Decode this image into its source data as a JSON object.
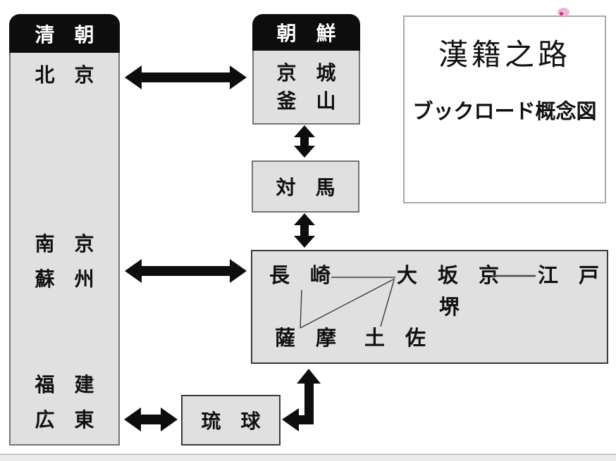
{
  "legend": {
    "title": "漢籍之路",
    "subtitle": "ブックロード概念図"
  },
  "qing": {
    "header": "清　朝",
    "beijing": "北　京",
    "nanjing": "南　京",
    "suzhou": "蘇　州",
    "fujian": "福　建",
    "guangdong": "広　東"
  },
  "korea": {
    "header": "朝　鮮",
    "keijo": "京　城",
    "busan": "釜　山"
  },
  "tsushima": {
    "label": "対　馬"
  },
  "ryukyu": {
    "label": "琉　球"
  },
  "japan": {
    "nagasaki": "長　崎",
    "osaka_kyoto": "大　坂　京",
    "edo": "江　戸",
    "sakai": "堺",
    "satsuma": "薩　摩",
    "tosa": "土　佐"
  },
  "colors": {
    "box_fill": "#e0e0e0",
    "header_bg": "#0d0d0d",
    "arrow": "#0d0d0d",
    "pink_mark": "#f6b2d6"
  }
}
